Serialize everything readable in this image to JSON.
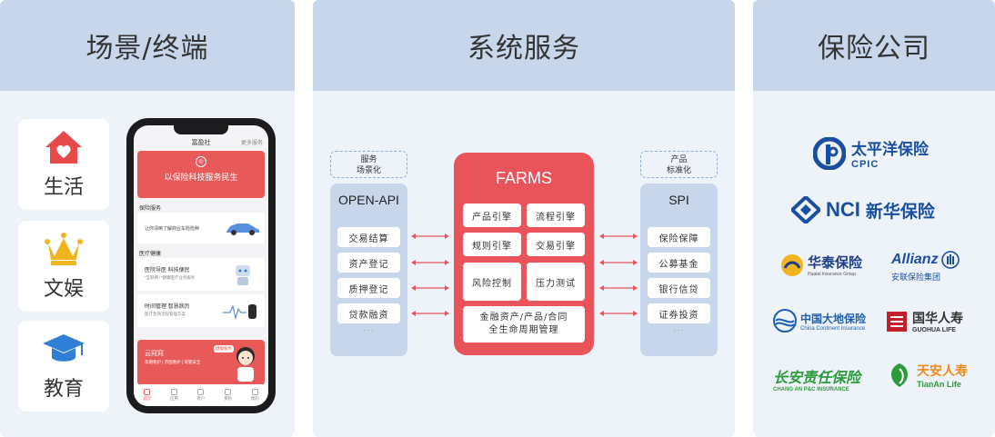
{
  "panels": {
    "left": {
      "title": "场景/终端"
    },
    "middle": {
      "title": "系统服务"
    },
    "right": {
      "title": "保险公司"
    }
  },
  "scenes": [
    {
      "label": "生活",
      "icon": "house-heart-icon",
      "color": "#e84a4a"
    },
    {
      "label": "文娱",
      "icon": "crown-icon",
      "color": "#f0b51e"
    },
    {
      "label": "教育",
      "icon": "graduation-cap-icon",
      "color": "#2f7fd6"
    }
  ],
  "phone": {
    "app_title": "富盈社",
    "more_services": "更多服务",
    "banner_text": "以保险科技服务民生",
    "section_insurance": "保险服务",
    "insurance_item": "让你清晰了解商业车险险种",
    "section_health": "医疗健康",
    "health_item1_title": "医院导医 科技便民",
    "health_item1_sub": "\"互联网+\"健康医疗业务服务",
    "health_item2_title": "时间管理 智慧病历",
    "health_item2_sub": "医疗急救流程管理方案",
    "promo_title": "云窕窕",
    "promo_sub": "孕期看护 | 济困看护 | 母婴安全",
    "promo_badge": "健康服务",
    "tabbar": [
      "首页",
      "应用",
      "客户",
      "保险",
      "我的"
    ]
  },
  "middle": {
    "open_api_tag": [
      "服务",
      "场景化"
    ],
    "spi_tag": [
      "产品",
      "标准化"
    ],
    "open_api_title": "OPEN-API",
    "open_api_items": [
      "交易结算",
      "资产登记",
      "质押登记",
      "贷款融资"
    ],
    "spi_title": "SPI",
    "spi_items": [
      "保险保障",
      "公募基金",
      "银行信贷",
      "证券投资"
    ],
    "more_dots": "···",
    "farms_title": "FARMS",
    "farms_items": [
      "产品引擎",
      "流程引擎",
      "规则引擎",
      "交易引擎",
      "风险控制",
      "压力测试"
    ],
    "farms_bottom": [
      "金融资产/产品/合同",
      "全生命周期管理"
    ]
  },
  "insurers": [
    {
      "name_cn": "太平洋保险",
      "name_en": "CPIC",
      "color": "#1a4fa0"
    },
    {
      "name_cn": "新华保险",
      "name_en": "NCI",
      "color": "#1a4fa0"
    },
    {
      "name_cn": "华泰保险",
      "name_en": "Huatai Insurance Group",
      "color": "#1d3f8a"
    },
    {
      "name_cn": "安联保险集团",
      "name_en": "Allianz",
      "color": "#1a4fa0"
    },
    {
      "name_cn": "中国大地保险",
      "name_en": "China Continent Insurance",
      "color": "#1d5fae"
    },
    {
      "name_cn": "国华人寿",
      "name_en": "GUOHUA LIFE",
      "color": "#c4202a"
    },
    {
      "name_cn": "长安责任保险",
      "name_en": "CHANG AN P&C INSURANCE",
      "color": "#2d9a3c"
    },
    {
      "name_cn": "天安人寿",
      "name_en": "TianAn Life",
      "color": "#f08a1a"
    }
  ]
}
